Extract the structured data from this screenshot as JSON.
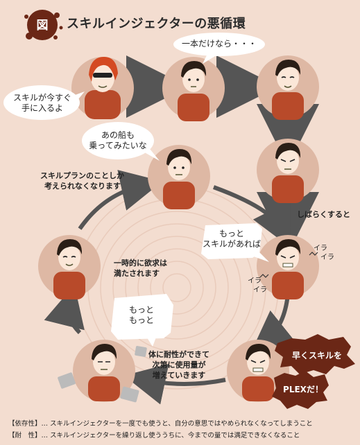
{
  "title": {
    "badge": "図",
    "text": "スキルインジェクターの悪循環"
  },
  "bubbles": {
    "skill_now_line1": "スキルが今すぐ",
    "skill_now_line2": "手に入るよ",
    "just_once": "一本だけなら・・・",
    "that_ship_line1": "あの船も",
    "that_ship_line2": "乗ってみたいな",
    "more_skill_line1": "もっと",
    "more_skill_line2": "スキルがあれば",
    "more_more_line1": "もっと",
    "more_more_line2": "もっと",
    "hurry_line1": "早くスキルを",
    "hurry_line2": "PLEXだ！"
  },
  "labels": {
    "think_only_line1": "スキルプランのことしか",
    "think_only_line2": "考えられなくなります",
    "after_while": "しばらくすると",
    "temp_satisfied_line1": "一時的に欲求は",
    "temp_satisfied_line2": "満たされます",
    "tolerance_line1": "体に耐性ができて",
    "tolerance_line2": "次第に使用量が",
    "tolerance_line3": "増えていきます",
    "ira1": "イラ",
    "ira2": "イラ",
    "ira3": "イラ",
    "ira4": "イラ"
  },
  "footnotes": [
    {
      "label": "【依存性】",
      "text": "… スキルインジェクターを一度でも使うと、自分の意思ではやめられなくなってしまうこと"
    },
    {
      "label": "【耐　性】",
      "text": "… スキルインジェクターを繰り返し使ううちに、今までの量では満足できなくなること"
    }
  ],
  "colors": {
    "background": "#f3ddd0",
    "circle": "#deb8a4",
    "arrow": "#555555",
    "shirt": "#b84a2a",
    "hair": "#2a1e16",
    "skin": "#fbe7d8",
    "badge": "#6b2716"
  }
}
